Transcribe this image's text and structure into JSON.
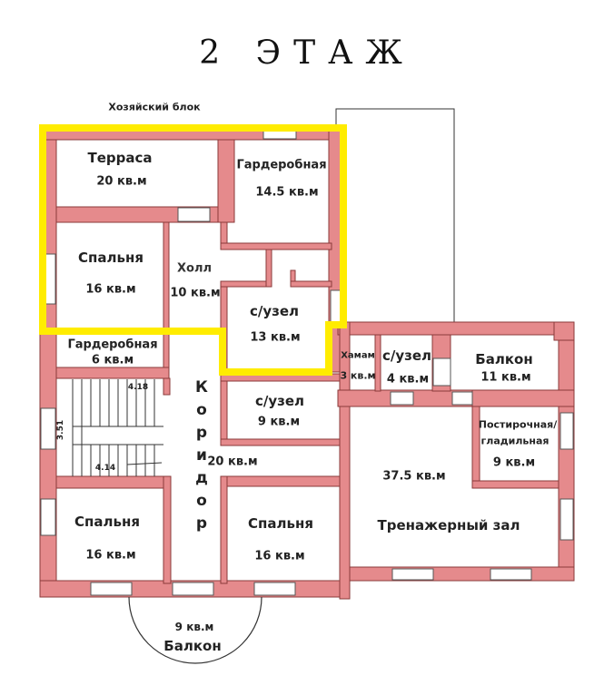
{
  "title": "2 ЭТАЖ",
  "block_label": "Хозяйский блок",
  "rooms": {
    "terrace": {
      "name": "Терраса",
      "area": "20 кв.м"
    },
    "wardrobe_large": {
      "name": "Гардеробная",
      "area": "14.5 кв.м"
    },
    "bedroom_master": {
      "name": "Спальня",
      "area": "16 кв.м"
    },
    "hall": {
      "name": "Холл",
      "area": "10 кв.м"
    },
    "bathroom_master": {
      "name": "с/узел",
      "area": "13 кв.м"
    },
    "wardrobe_small": {
      "name": "Гардеробная",
      "area": "6 кв.м"
    },
    "hamam": {
      "name": "Хамам",
      "area": "3 кв.м"
    },
    "bathroom_small": {
      "name": "с/узел",
      "area": "4 кв.м"
    },
    "balcony_right": {
      "name": "Балкон",
      "area": "11 кв.м"
    },
    "laundry": {
      "name": "Постирочная/",
      "name2": "гладильная",
      "area": "9 кв.м"
    },
    "gym": {
      "name": "Тренажерный зал",
      "area": "37.5 кв.м"
    },
    "bathroom_mid": {
      "name": "с/узел",
      "area": "9 кв.м"
    },
    "corridor": {
      "letters": [
        "К",
        "о",
        "р",
        "и",
        "д",
        "о",
        "р"
      ],
      "area": "20 кв.м"
    },
    "bedroom_left": {
      "name": "Спальня",
      "area": "16 кв.м"
    },
    "bedroom_right": {
      "name": "Спальня",
      "area": "16 кв.м"
    },
    "balcony_bottom": {
      "name": "Балкон",
      "area": "9 кв.м"
    }
  },
  "stairs": {
    "dim1": "4.18",
    "dim2": "3.51",
    "dim3": "4.14"
  },
  "colors": {
    "wall": "#e58a8c",
    "highlight": "#ffec00",
    "outline": "#333333"
  }
}
